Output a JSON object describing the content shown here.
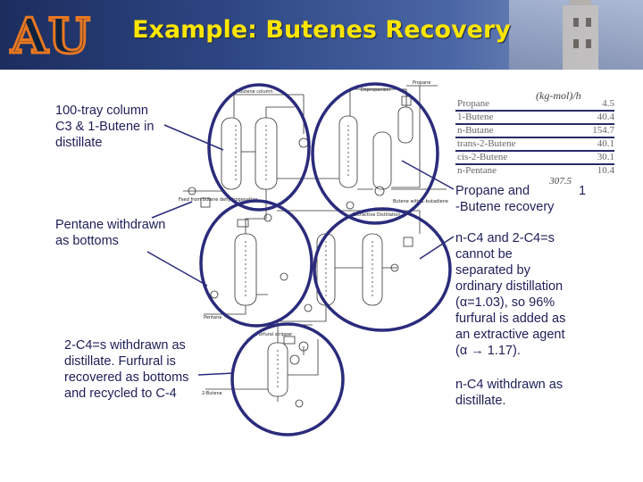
{
  "slide": {
    "title": "Example: Butenes Recovery"
  },
  "logo": {
    "text": "AU",
    "colors": {
      "orange": "#e87722",
      "navy": "#0c2340"
    }
  },
  "annotations": {
    "column_c3": [
      "100-tray column",
      "C3 & 1-Butene in",
      "distillate"
    ],
    "pentane": [
      "Pentane withdrawn",
      "as bottoms"
    ],
    "furfural": [
      "2-C4=s withdrawn as",
      "distillate. Furfural is",
      "recovered as bottoms",
      "and recycled to C-4"
    ],
    "recovery": [
      "Propane and",
      "1",
      "-Butene recovery"
    ],
    "extractive": [
      "n-C4 and 2-C4=s",
      "cannot be",
      "separated by",
      "ordinary distillation",
      "(α=1.03), so 96%",
      "furfural is added as",
      "an extractive agent",
      "(α → 1.17)."
    ],
    "nc4": [
      "n-C4 withdrawn as",
      "distillate."
    ]
  },
  "composition_table": {
    "unit": "(kg-mol)/h",
    "rows": [
      {
        "name": "Propane",
        "value": "4.5"
      },
      {
        "name": "1-Butene",
        "value": "40.4"
      },
      {
        "name": "n-Butane",
        "value": "154.7"
      },
      {
        "name": "trans-2-Butene",
        "value": "40.1"
      },
      {
        "name": "cis-2-Butene",
        "value": "30.1"
      },
      {
        "name": "n-Pentane",
        "value": "10.4"
      }
    ],
    "total": "307.5"
  },
  "flowsheet_labels": {
    "depropanizer": "Depropanizer",
    "propane": "Propane",
    "butene_col": "1-Butene column",
    "butene_out": "Butene with 1-butadiene",
    "feed": "Feed from butene dehydrogenation",
    "extractive": "Extractive Distillation",
    "pentane": "Pentane",
    "furfural_stripper": "Furfural stripper",
    "mixture": "2-Butene"
  },
  "colors": {
    "circle": "#2b2b7c",
    "pointer": "#2b2b7c",
    "title": "#ffe600"
  }
}
